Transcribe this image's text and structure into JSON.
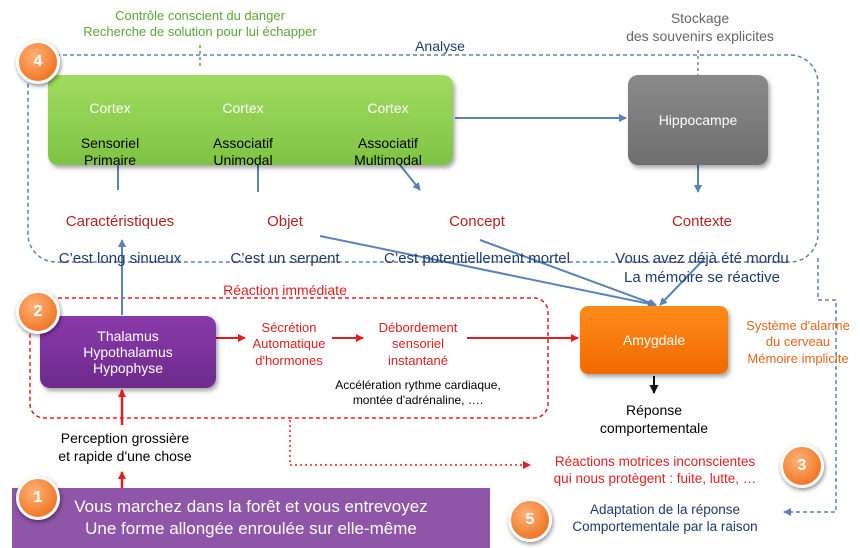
{
  "colors": {
    "green_box": "#8dcf4f",
    "grey_box": "#808080",
    "purple_box": "#7a2f9a",
    "orange_box": "#f97200",
    "dark_red": "#b22323",
    "red": "#e02020",
    "navy": "#1f3a6e",
    "blue_arrow": "#5b82b8",
    "green_text": "#5aa63a",
    "orange_text": "#e2671a"
  },
  "top_left_note": "Contrôle conscient du danger\nRecherche de solution pour lui échapper",
  "top_right_note": "Stockage\ndes souvenirs explicites",
  "analyse_label": "Analyse",
  "cortex": {
    "sensoriel": {
      "title": "Cortex",
      "body": "Sensoriel\nPrimaire"
    },
    "unimodal": {
      "title": "Cortex",
      "body": "Associatif\nUnimodal"
    },
    "multimodal": {
      "title": "Cortex",
      "body": "Associatif\nMultimodal"
    }
  },
  "hippocampe": "Hippocampe",
  "caracteristiques": {
    "label": "Caractéristiques",
    "text": "C’est long sinueux"
  },
  "objet": {
    "label": "Objet",
    "text": "C’est un serpent"
  },
  "concept": {
    "label": "Concept",
    "text": "C’est potentiellement mortel"
  },
  "contexte": {
    "label": "Contexte",
    "text": "Vous avez déjà été mordu\nLa mémoire se réactive"
  },
  "reaction_immediate": "Réaction immédiate",
  "thalamus": "Thalamus\nHypothalamus\nHypophyse",
  "secretion": "Sécrétion\nAutomatique\nd'hormones",
  "debordement": "Débordement\nsensoriel\ninstantané",
  "acceleration": "Accélération rythme cardiaque,\nmontée d'adrénaline, ….",
  "amygdale": "Amygdale",
  "systeme_alarme": "Système d'alarme\ndu cerveau\nMémoire implicite",
  "reponse": "Réponse\ncomportementale",
  "perception": "Perception grossière\net rapide d'une chose",
  "reactions_motrices": "Réactions motrices inconscientes\nqui nous protègent : fuite, lutte, …",
  "adaptation": "Adaptation de la réponse\nComportementale par la raison",
  "bottom_box": "Vous marchez dans la forêt et vous entrevoyez\nUne forme allongée enroulée sur elle-même",
  "numbers": [
    "1",
    "2",
    "3",
    "4",
    "5"
  ]
}
